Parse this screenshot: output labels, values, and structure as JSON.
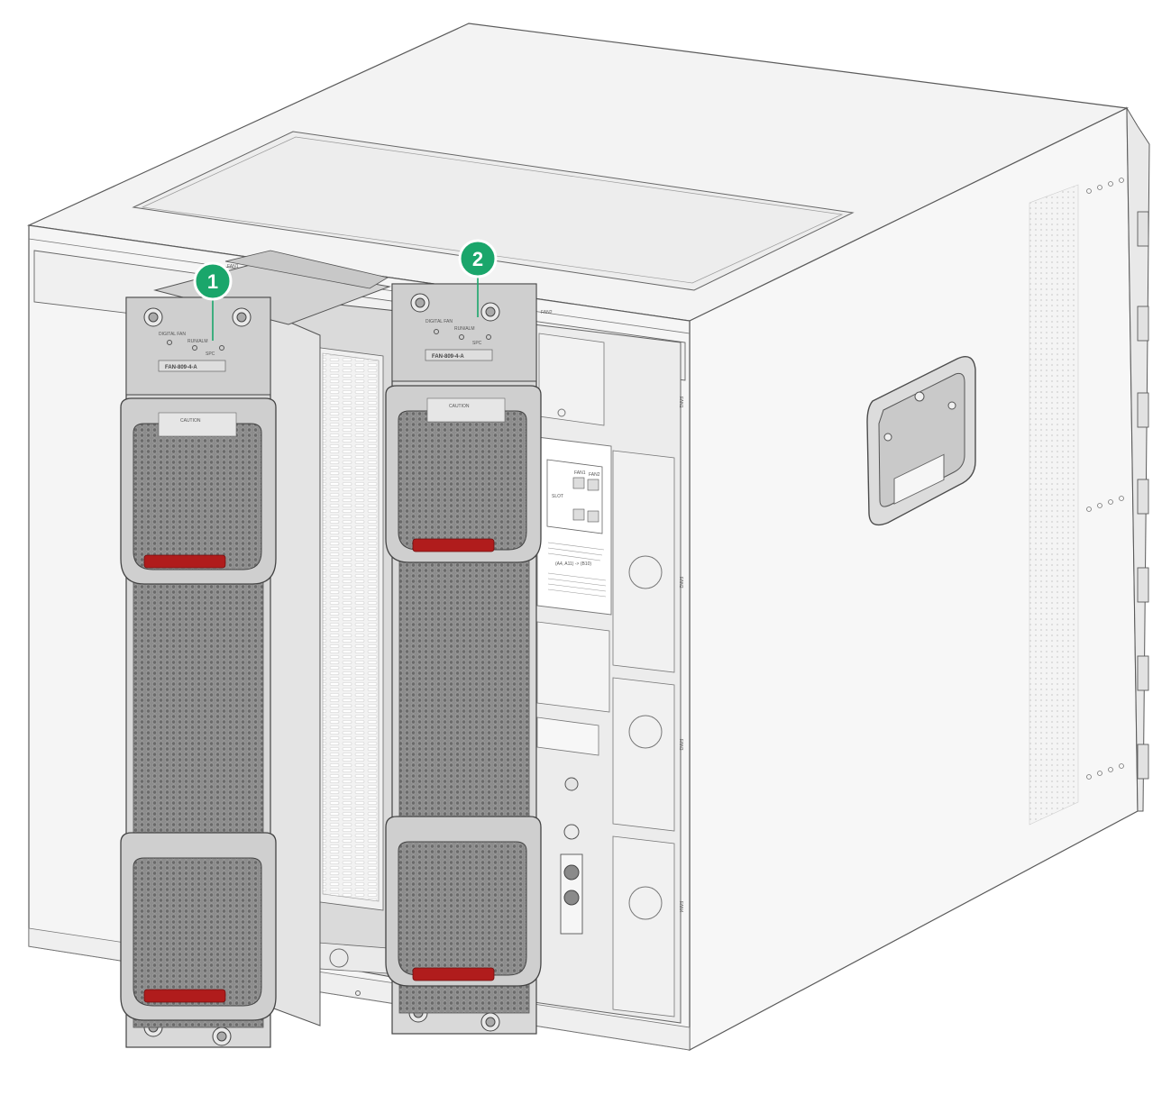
{
  "callouts": [
    {
      "number": "1",
      "color": "#1aa66b"
    },
    {
      "number": "2",
      "color": "#1aa66b"
    }
  ],
  "chassis": {
    "slot_label_1": "FAN1",
    "slot_label_2": "FAN2",
    "vertical_labels": [
      "FAN1",
      "FAN2",
      "FAN3",
      "FAN4"
    ]
  },
  "fan_tray": {
    "model": "FAN-809-4-A",
    "led_status": "DIGITAL FAN",
    "led_run": "RUN/ALM",
    "led_spc": "SPC",
    "caution_title": "CAUTION",
    "handle_color": "#b01c1c"
  },
  "label_panel": {
    "slot": "SLOT",
    "fan1": "FAN1",
    "fan2": "FAN2",
    "order_text": "(A4, A11) -> (B10)"
  }
}
